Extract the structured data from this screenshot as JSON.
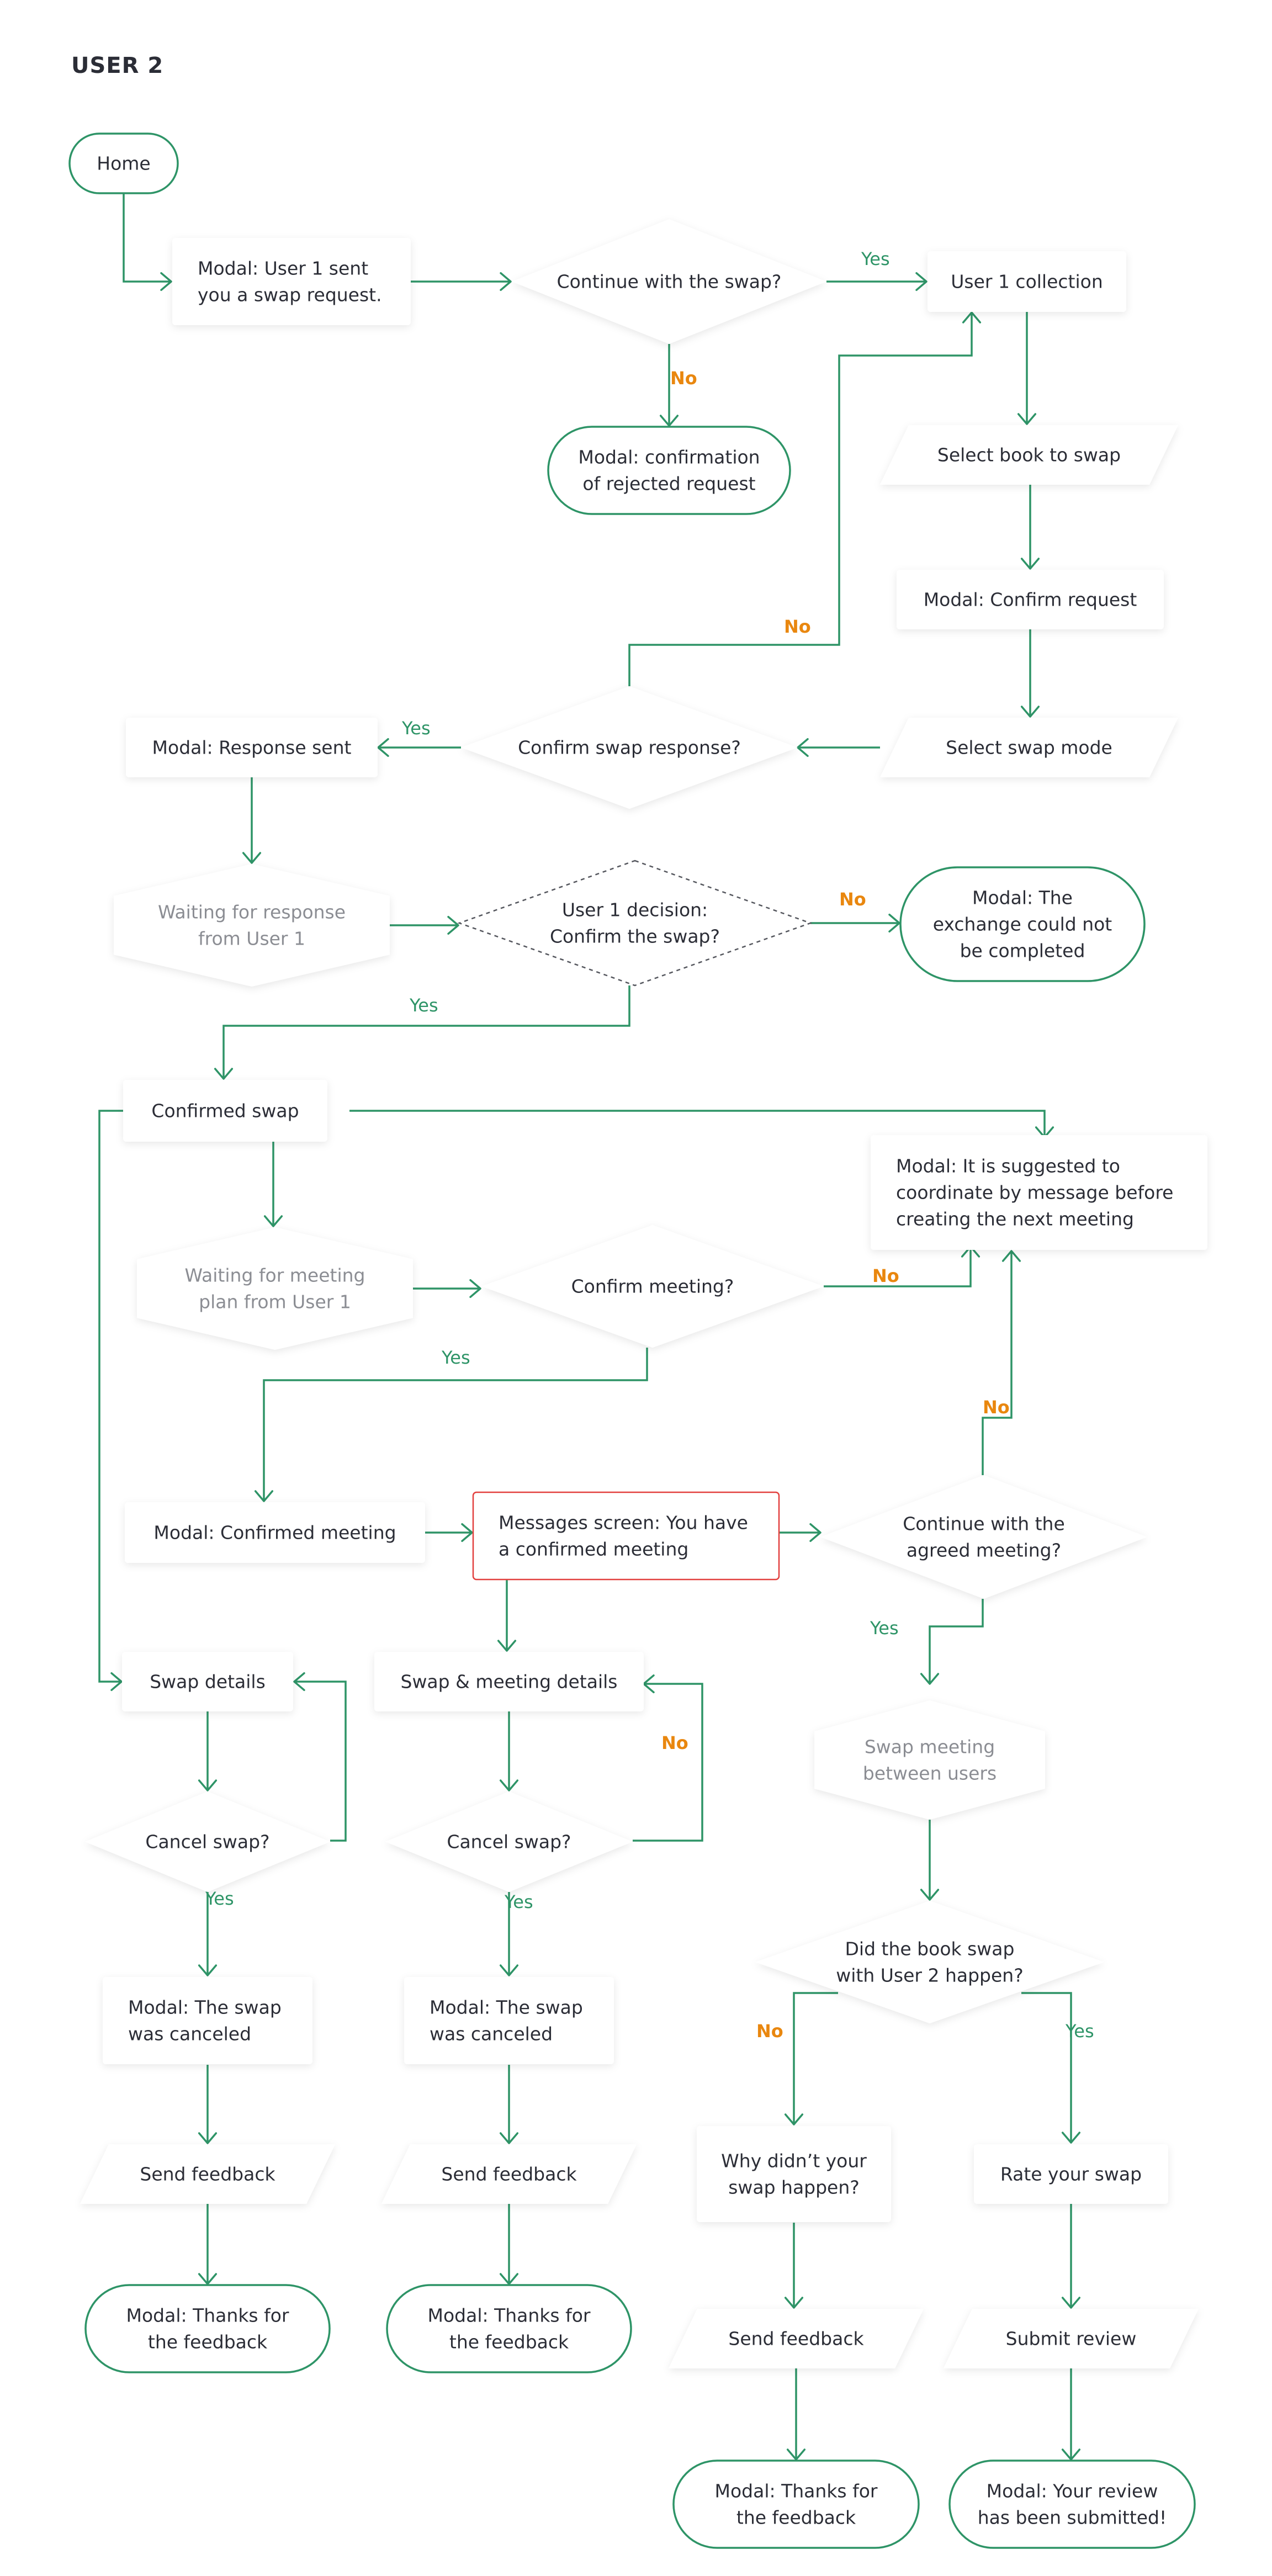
{
  "page": {
    "title": "USER 2"
  },
  "colors": {
    "line": "#2e9467",
    "yes": "#2e9467",
    "no": "#e9870f",
    "text": "#2b2d36",
    "muted": "#8b8d93",
    "alert": "#e2403e"
  },
  "nodes": {
    "home": "Home",
    "modal_swap_request": "Modal: User 1 sent\nyou a swap request.",
    "continue_swap": "Continue with the swap?",
    "user1_collection": "User 1 collection",
    "modal_rejected": "Modal: confirmation\nof rejected request",
    "select_book": "Select book to swap",
    "modal_confirm_request": "Modal: Confirm request",
    "modal_response_sent": "Modal: Response sent",
    "confirm_swap_response": "Confirm swap response?",
    "select_swap_mode": "Select swap mode",
    "waiting_user1": "Waiting for response\nfrom User 1",
    "user1_decision": "User 1 decision:\nConfirm the swap?",
    "modal_not_completed": "Modal: The\nexchange could not\nbe completed",
    "confirmed_swap": "Confirmed swap",
    "modal_coordinate": "Modal: It is suggested to\ncoordinate by message before\ncreating the next meeting",
    "waiting_meeting_plan": "Waiting for meeting\nplan from User 1",
    "confirm_meeting": "Confirm meeting?",
    "modal_confirmed_meeting": "Modal: Confirmed meeting",
    "messages_screen": "Messages screen: You have\na confirmed meeting",
    "continue_agreed_meeting": "Continue with the\nagreed meeting?",
    "swap_details": "Swap details",
    "swap_meeting_details": "Swap & meeting details",
    "swap_meeting_between": "Swap meeting\nbetween users",
    "cancel_swap_1": "Cancel swap?",
    "cancel_swap_2": "Cancel swap?",
    "did_swap_happen": "Did  the book swap\nwith User 2 happen?",
    "modal_canceled_1": "Modal: The swap\nwas canceled",
    "modal_canceled_2": "Modal: The swap\nwas canceled",
    "send_feedback_1": "Send feedback",
    "send_feedback_2": "Send feedback",
    "why_didnt": "Why didn’t your\nswap happen?",
    "rate_swap": "Rate your swap",
    "modal_thanks_1": "Modal: Thanks for\nthe feedback",
    "modal_thanks_2": "Modal: Thanks for\nthe feedback",
    "send_feedback_3": "Send feedback",
    "submit_review": "Submit review",
    "modal_thanks_3": "Modal: Thanks for\nthe feedback",
    "modal_review_submitted": "Modal: Your review\nhas been submitted!"
  },
  "labels": {
    "yes": "Yes",
    "no": "No"
  }
}
